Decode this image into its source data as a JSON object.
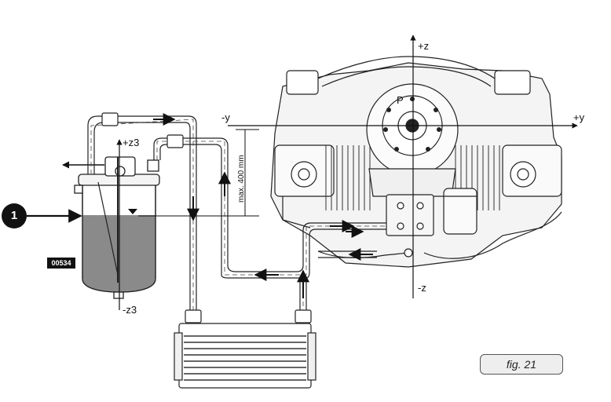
{
  "axes": {
    "plus_z": "+z",
    "minus_z": "-z",
    "minus_y": "-y",
    "plus_y": "+y",
    "plus_z3": "+z3",
    "minus_z3": "-z3"
  },
  "dimension_label": "max. 400 mm",
  "point_label": "P",
  "callout_number": "1",
  "part_number": "00534",
  "figure_caption": "fig.  21"
}
